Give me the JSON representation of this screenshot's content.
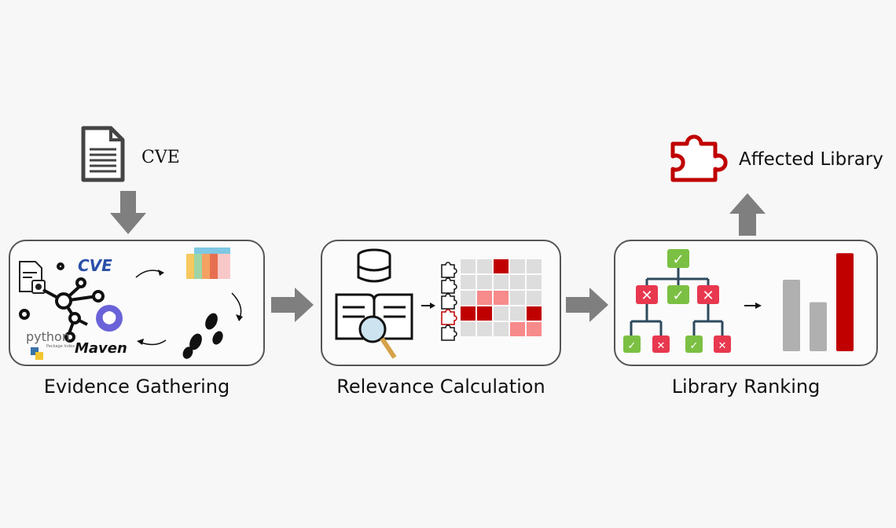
{
  "cve_label": "CVE",
  "stages": [
    {
      "label": "Evidence Gathering"
    },
    {
      "label": "Relevance Calculation"
    },
    {
      "label": "Library Ranking"
    }
  ],
  "output_label": "Affected Library",
  "evidence_icons": {
    "cve_logo": "CVE",
    "python_logo": "python",
    "pypi_sub": "Package Index",
    "maven_logo": "Maven"
  },
  "relevance_matrix": [
    [
      0,
      0,
      3,
      0,
      0
    ],
    [
      0,
      0,
      0,
      0,
      0
    ],
    [
      0,
      1,
      1,
      0,
      0
    ],
    [
      3,
      3,
      0,
      0,
      3
    ],
    [
      0,
      0,
      0,
      1,
      1
    ]
  ],
  "ranking_bars": [
    0.7,
    0.48,
    0.96
  ],
  "colors": {
    "accent_red": "#c00000",
    "arrow_gray": "#7f7f7f",
    "bar_gray": "#b0b0b0"
  }
}
